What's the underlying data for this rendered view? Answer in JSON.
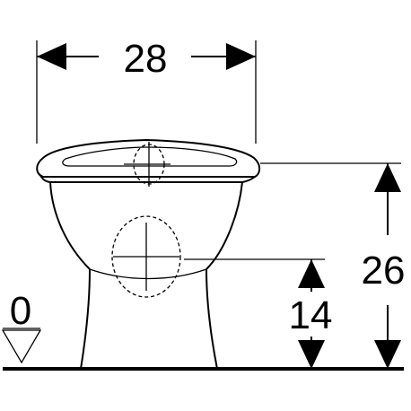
{
  "dimensions": {
    "width_label": "28",
    "total_height_label": "26",
    "outlet_height_label": "14",
    "floor_level_label": "0"
  },
  "colors": {
    "line": "#000000",
    "background": "#ffffff"
  }
}
